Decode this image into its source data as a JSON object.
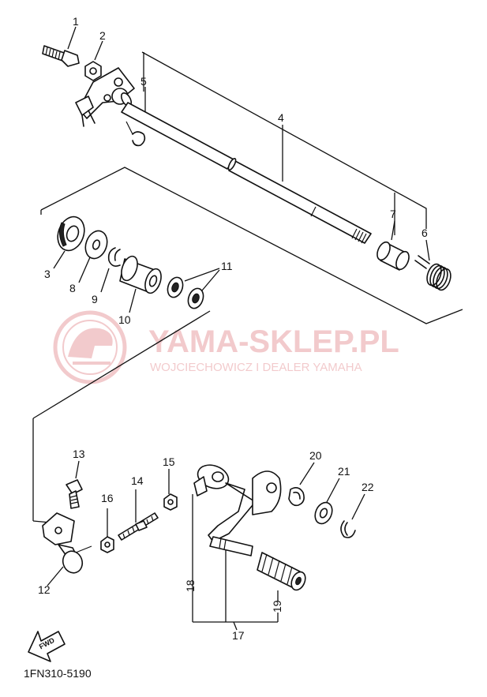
{
  "diagram": {
    "drawing_code": "1FN310-5190",
    "fwd_label": "FWD",
    "part_numbers": [
      "1",
      "2",
      "3",
      "4",
      "5",
      "6",
      "7",
      "8",
      "9",
      "10",
      "11",
      "12",
      "13",
      "14",
      "15",
      "16",
      "17",
      "18",
      "19",
      "20",
      "21",
      "22"
    ]
  },
  "watermark": {
    "title": "YAMA-SKLEP.PL",
    "subtitle": "WOJCIECHOWICZ I DEALER YAMAHA",
    "color": "#e8a0a4"
  },
  "colors": {
    "ink": "#111111",
    "background": "#ffffff",
    "shading": "#222222"
  }
}
